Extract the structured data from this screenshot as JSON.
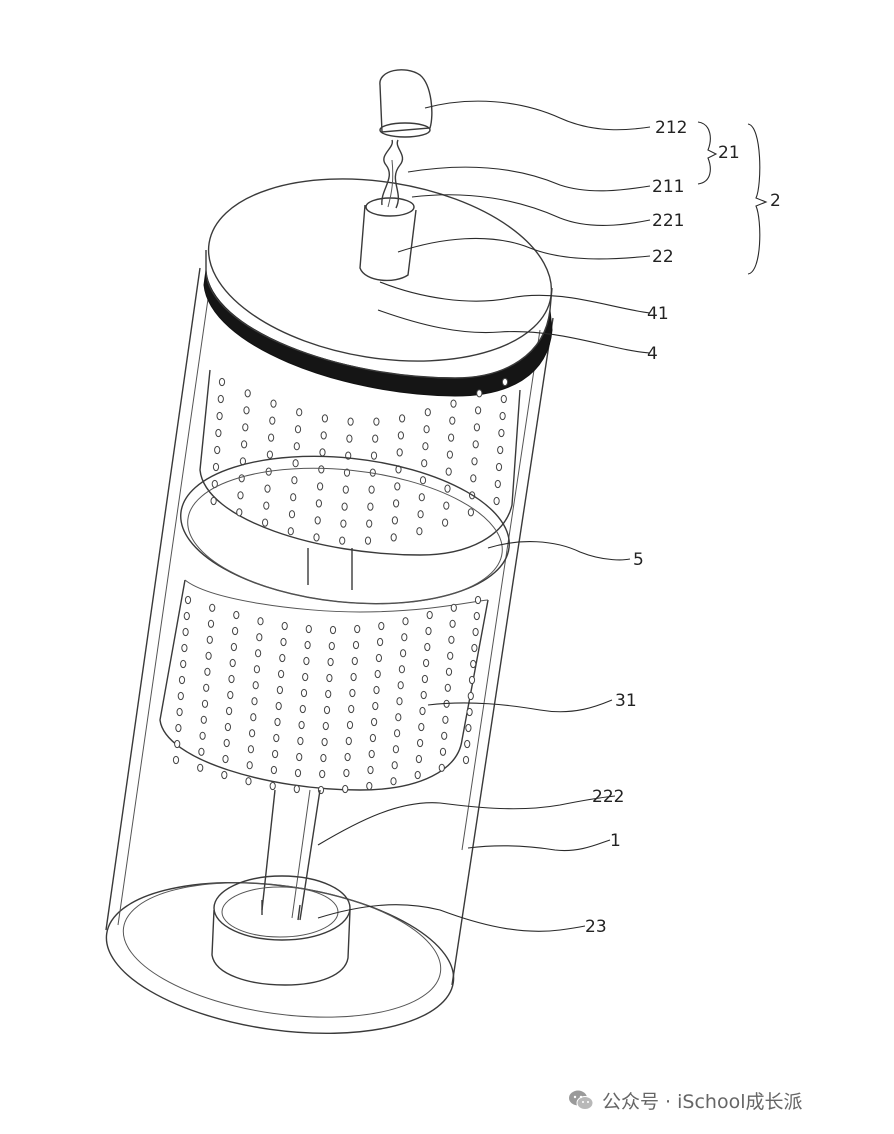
{
  "figure": {
    "labels": [
      {
        "id": "212",
        "text": "212"
      },
      {
        "id": "21",
        "text": "21"
      },
      {
        "id": "211",
        "text": "211"
      },
      {
        "id": "2",
        "text": "2"
      },
      {
        "id": "221",
        "text": "221"
      },
      {
        "id": "22",
        "text": "22"
      },
      {
        "id": "41",
        "text": "41"
      },
      {
        "id": "4",
        "text": "4"
      },
      {
        "id": "5",
        "text": "5"
      },
      {
        "id": "31",
        "text": "31"
      },
      {
        "id": "222",
        "text": "222"
      },
      {
        "id": "1",
        "text": "1"
      },
      {
        "id": "23",
        "text": "23"
      }
    ]
  },
  "watermark": {
    "icon": "wechat-icon",
    "text": "公众号 · iSchool成长派"
  }
}
